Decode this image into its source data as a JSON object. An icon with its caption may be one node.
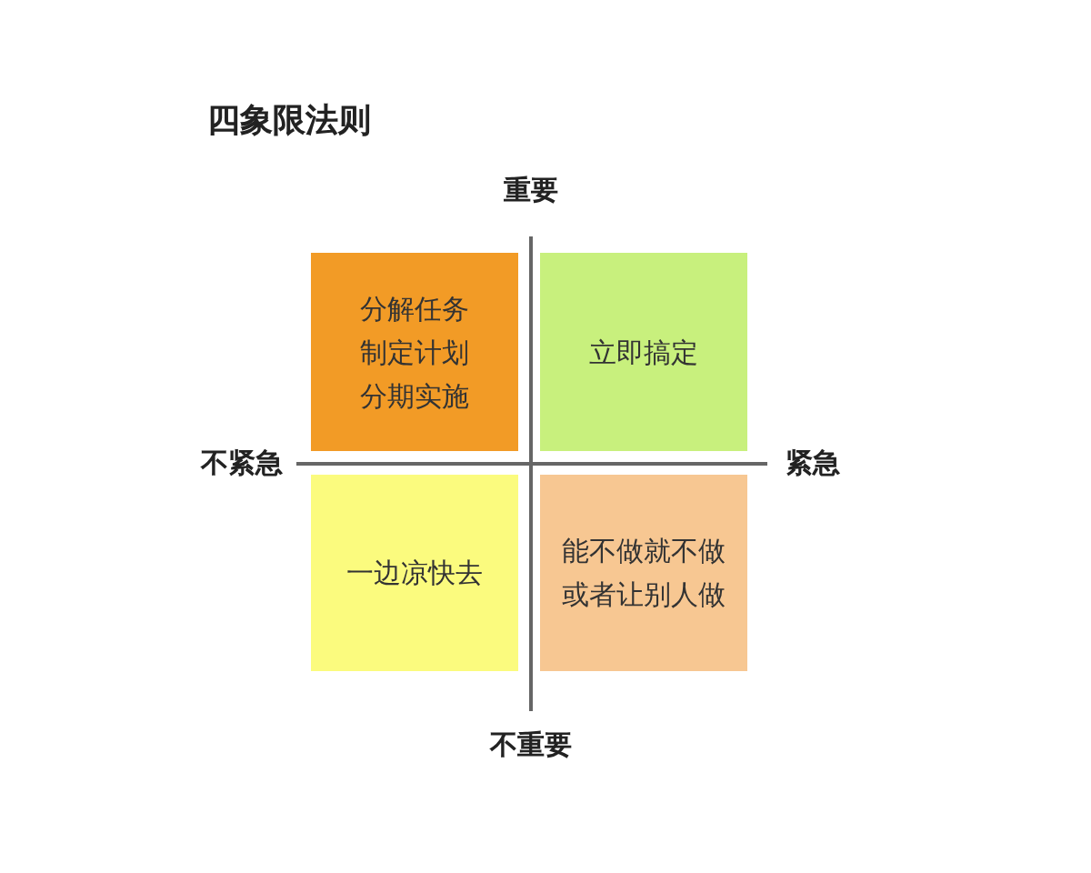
{
  "diagram": {
    "title": "四象限法则",
    "nodes": [
      {
        "text": [
          "分解任务制定计划分期实施"
        ]
      },
      {
        "text": [
          "立即搞定"
        ]
      },
      {
        "text": [
          "一边凉快去"
        ]
      },
      {
        "text": [
          "能不做就不做或者让别人做"
        ]
      }
    ],
    "labels": [
      "重要",
      "不紧急",
      "紧急",
      "不重要"
    ]
  }
}
